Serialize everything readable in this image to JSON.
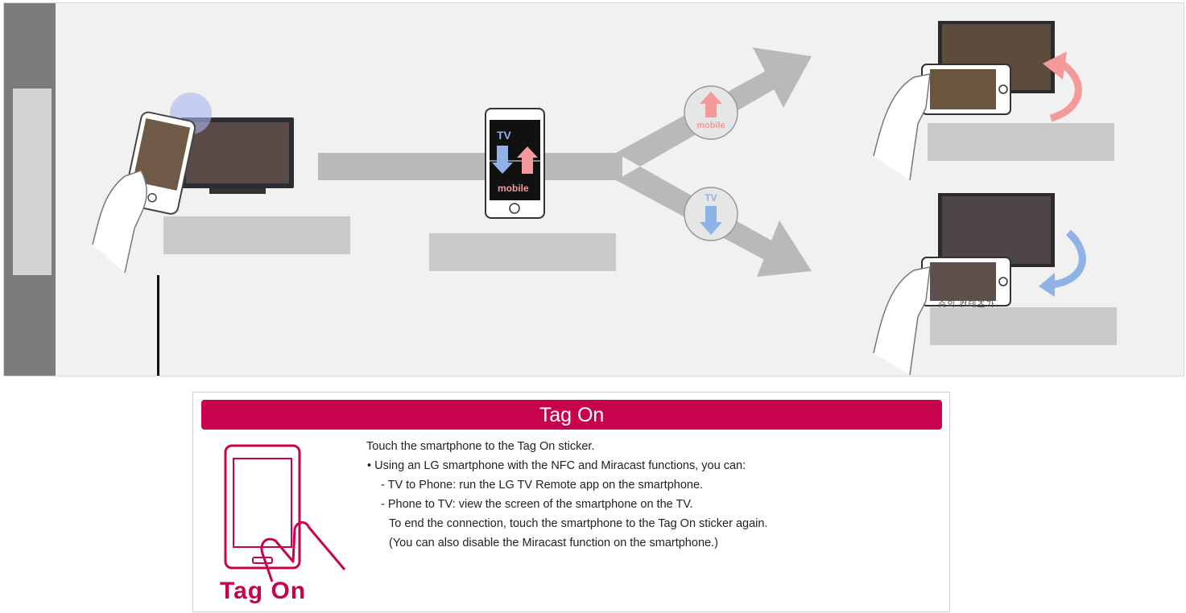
{
  "diagram": {
    "phone_labels": {
      "tv": "TV",
      "mobile": "mobile"
    },
    "circle_mobile_label": "mobile",
    "circle_tv_label": "TV",
    "korean_fragment": "중의 컨테츠가"
  },
  "card": {
    "title": "Tag On",
    "intro": "Touch the smartphone to the Tag On sticker.",
    "bullet": "• Using an LG smartphone with the NFC and Miracast functions, you can:",
    "item_tv_to_phone": "- TV to Phone: run the LG TV Remote app on the smartphone.",
    "item_phone_to_tv": "- Phone to TV: view the screen of the smartphone on the TV.",
    "end_connection": "To end the connection, touch the smartphone to the Tag On sticker again.",
    "miracast_note": "(You can also disable the Miracast function on the smartphone.)",
    "logo_text": "Tag On"
  },
  "colors": {
    "brand": "#c6034c",
    "arrow_gray": "#b9b9b9",
    "up_arrow": "#f59a9a",
    "down_arrow": "#8fb3e6"
  }
}
